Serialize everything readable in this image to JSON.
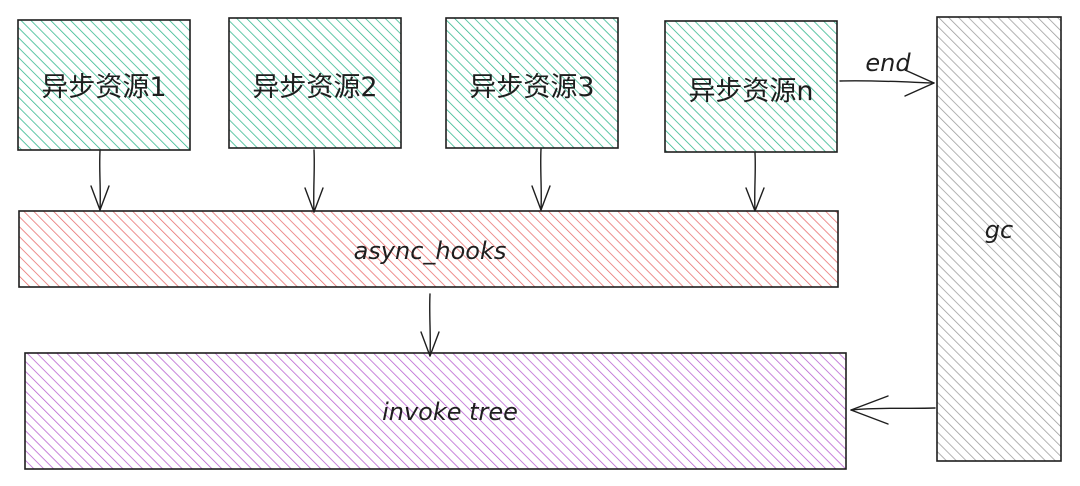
{
  "resources": [
    {
      "label": "异步资源1"
    },
    {
      "label": "异步资源2"
    },
    {
      "label": "异步资源3"
    },
    {
      "label": "异步资源n"
    }
  ],
  "async_hooks": {
    "label": "async_hooks"
  },
  "invoke_tree": {
    "label": "invoke tree"
  },
  "gc": {
    "label": "gc"
  },
  "edge_labels": {
    "end": "end"
  },
  "colors": {
    "resource_fill": "#2bb58a",
    "async_hooks_fill": "#e86a6a",
    "invoke_tree_fill": "#b65ccf",
    "gc_fill": "#9a9a9a",
    "stroke": "#1e1e1e"
  }
}
